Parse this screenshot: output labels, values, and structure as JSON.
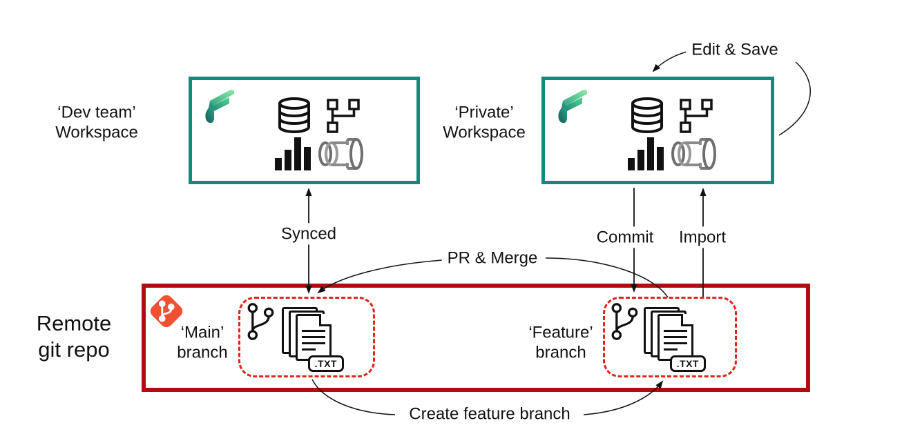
{
  "colors": {
    "workspace_border": "#17897B",
    "repo_border": "#B20B10",
    "branch_dashed": "#E0241B",
    "git_orange": "#F05133",
    "fabric_light": "#8DEBA5",
    "fabric_mid": "#3FB98E",
    "fabric_dark": "#146E63",
    "pipeline_gray": "#8A8A8A",
    "text": "#111111"
  },
  "workspaces": [
    {
      "label": "‘Dev team’\nWorkspace"
    },
    {
      "label": "‘Private’\nWorkspace"
    }
  ],
  "repo": {
    "label": "Remote\ngit repo",
    "branches": [
      {
        "label": "‘Main’\nbranch",
        "file_badge": ".TXT"
      },
      {
        "label": "‘Feature’\nbranch",
        "file_badge": ".TXT"
      }
    ]
  },
  "arrows": {
    "synced": "Synced",
    "commit": "Commit",
    "import": "Import",
    "pr_merge": "PR & Merge",
    "edit_save": "Edit & Save",
    "create_feature_branch": "Create feature branch"
  },
  "icons": {
    "fabric_logo": "microsoft-fabric-ribbon-f",
    "database": "database-cylinder",
    "semantic_model": "hierarchy-squares",
    "report": "bar-chart",
    "pipeline": "gray-pipe-cylinder",
    "git_logo": "git-orange-diamond",
    "git_branch": "branch-fork-nodes",
    "files": "txt-document-stack"
  }
}
